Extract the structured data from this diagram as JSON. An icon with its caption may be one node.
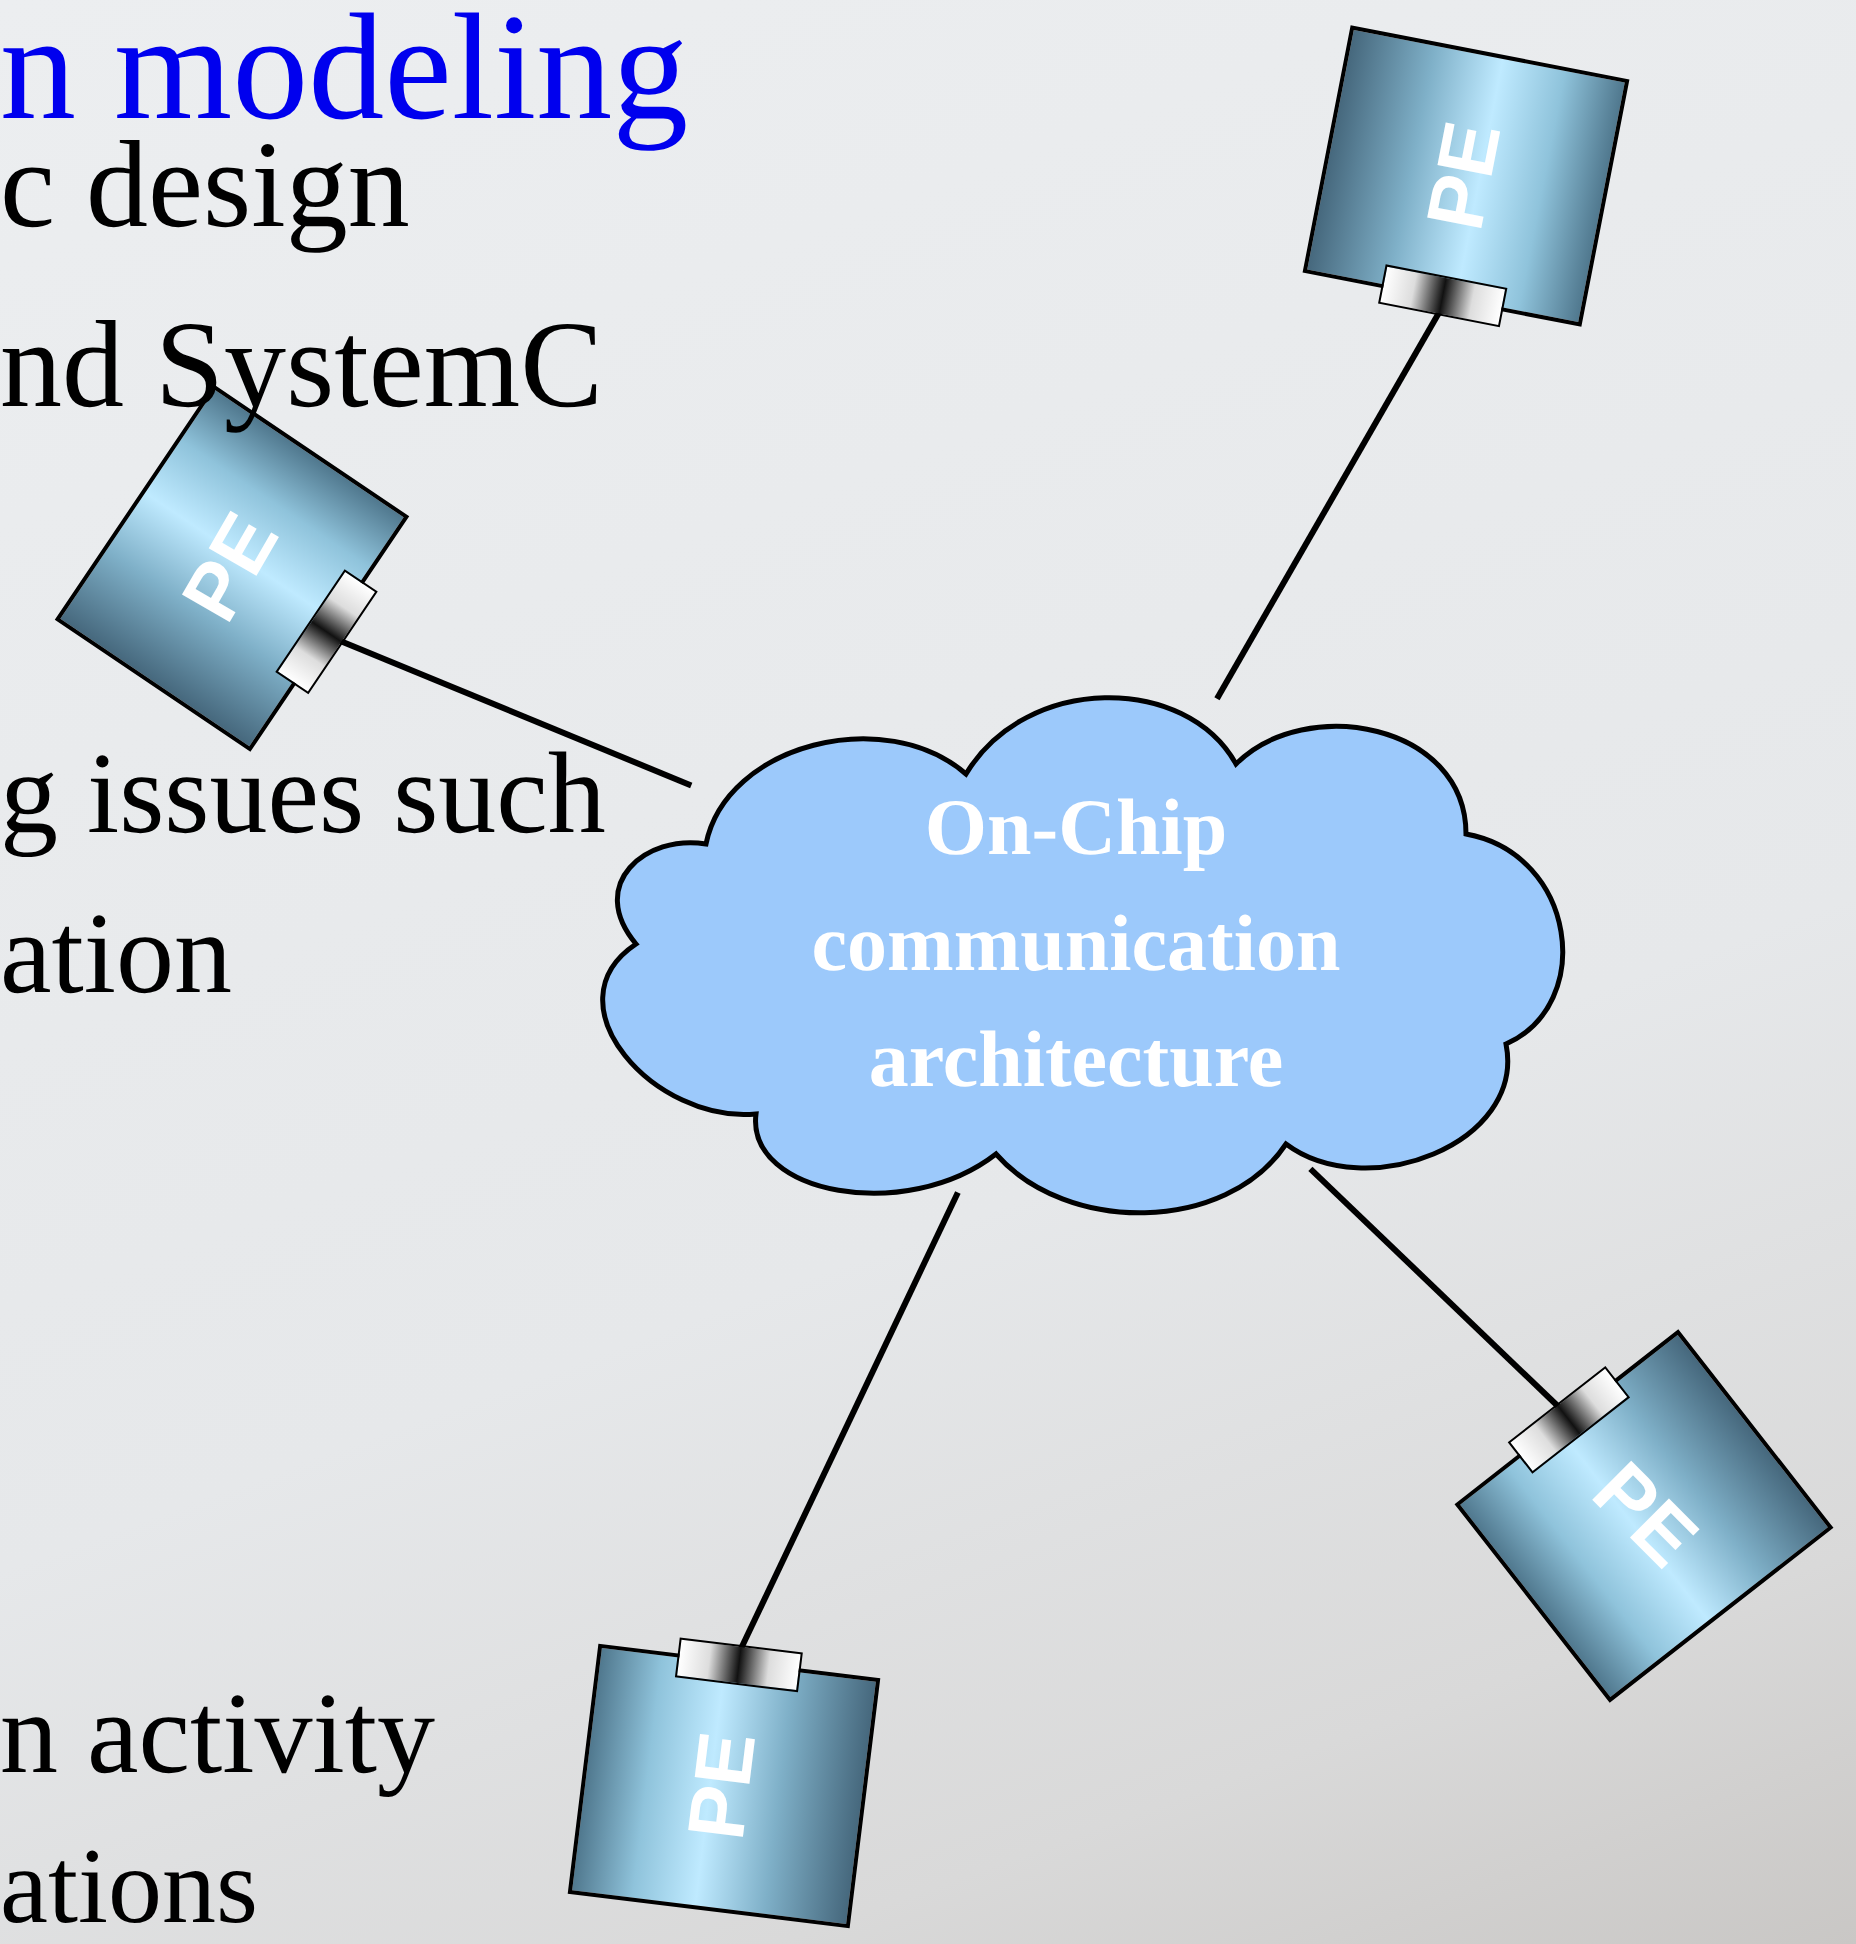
{
  "diagram": {
    "title": "n modeling",
    "nodes": [
      {
        "text": [
          "On-Chip communication architecture"
        ]
      },
      {
        "text": [
          "PE"
        ]
      },
      {
        "text": [
          "PE"
        ]
      },
      {
        "text": [
          "PE"
        ]
      },
      {
        "text": [
          "PE"
        ]
      }
    ],
    "edges": [
      {
        "from": 0,
        "to": 1,
        "arrow": "none"
      },
      {
        "from": 0,
        "to": 2,
        "arrow": "none"
      },
      {
        "from": 0,
        "to": 3,
        "arrow": "none"
      },
      {
        "from": 0,
        "to": 4,
        "arrow": "none"
      }
    ],
    "labels": [
      "c design",
      "nd SystemC",
      "g issues such",
      "ation",
      "n activity",
      "ations"
    ]
  }
}
